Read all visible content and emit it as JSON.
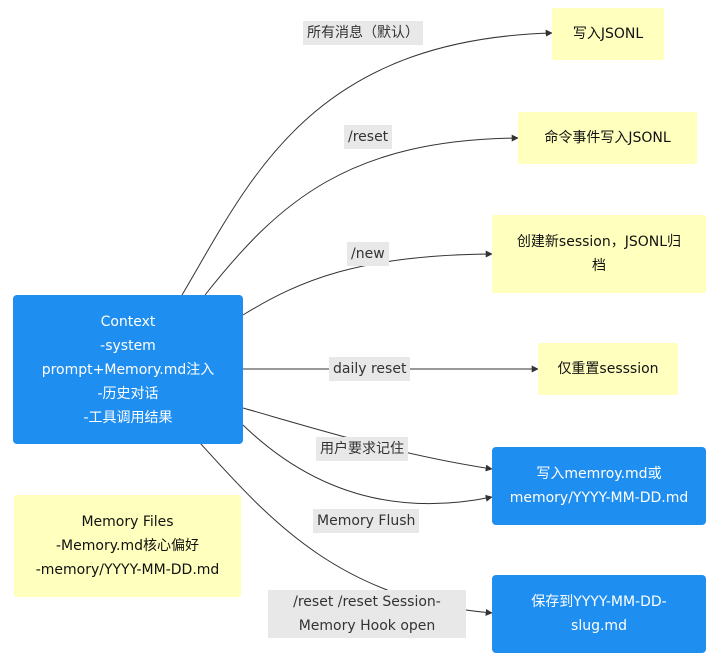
{
  "nodes": {
    "context": {
      "lines": [
        "Context",
        "-system",
        "prompt+Memory.md注入",
        "-历史对话",
        "-工具调用结果"
      ],
      "color": "#1f8ef1"
    },
    "memory_files": {
      "lines": [
        "Memory Files",
        "-Memory.md核心偏好",
        "-memory/YYYY-MM-DD.md"
      ],
      "color": "#ffffbe"
    },
    "write_jsonl": {
      "lines": [
        "写入JSONL"
      ]
    },
    "cmd_event": {
      "lines": [
        "命令事件写入JSONL"
      ]
    },
    "new_session": {
      "lines": [
        "创建新session，JSONL归",
        "档"
      ]
    },
    "reset_only": {
      "lines": [
        "仅重置sesssion"
      ]
    },
    "write_memory": {
      "lines": [
        "写入memroy.md或",
        "memory/YYYY-MM-DD.md"
      ]
    },
    "save_slug": {
      "lines": [
        "保存到YYYY-MM-DD-",
        "slug.md"
      ]
    }
  },
  "edges": {
    "all_messages": {
      "label": [
        "所有消息（默认）"
      ]
    },
    "reset": {
      "label": [
        "/reset"
      ]
    },
    "new": {
      "label": [
        "/new"
      ]
    },
    "daily_reset": {
      "label": [
        "daily reset"
      ]
    },
    "user_remember": {
      "label": [
        "用户要求记住"
      ]
    },
    "memory_flush": {
      "label": [
        "Memory Flush"
      ]
    },
    "session_hook": {
      "label": [
        "/reset /reset Session-",
        "Memory Hook open"
      ]
    }
  },
  "colors": {
    "blue_node": "#1f8ef1",
    "yellow_node": "#ffffbe",
    "edge": "#333333",
    "edge_label_bg": "#e8e8e8"
  }
}
